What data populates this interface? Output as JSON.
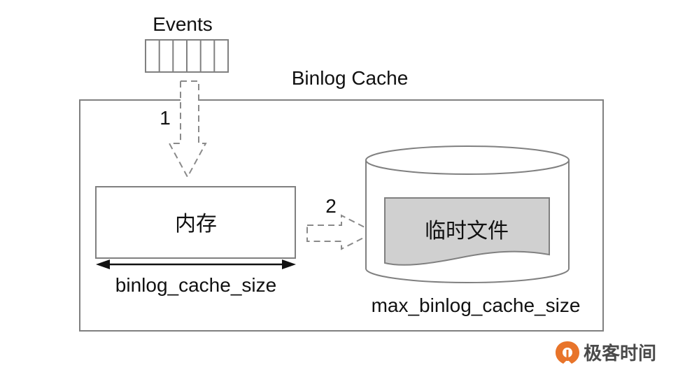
{
  "diagram": {
    "events_label": "Events",
    "events_slots": 6,
    "container_title": "Binlog Cache",
    "step1_label": "1",
    "step2_label": "2",
    "memory_label": "内存",
    "memory_size_label": "binlog_cache_size",
    "temp_file_label": "临时文件",
    "disk_size_label": "max_binlog_cache_size"
  },
  "colors": {
    "stroke": "#808080",
    "dashed_arrow": "#8a8a8a",
    "temp_file_fill": "#d0d0d0",
    "brand_orange": "#e8742a",
    "brand_text": "#4a4a4a"
  },
  "watermark": {
    "brand_name": "极客时间",
    "logo_icon": "geektime-logo-icon"
  }
}
